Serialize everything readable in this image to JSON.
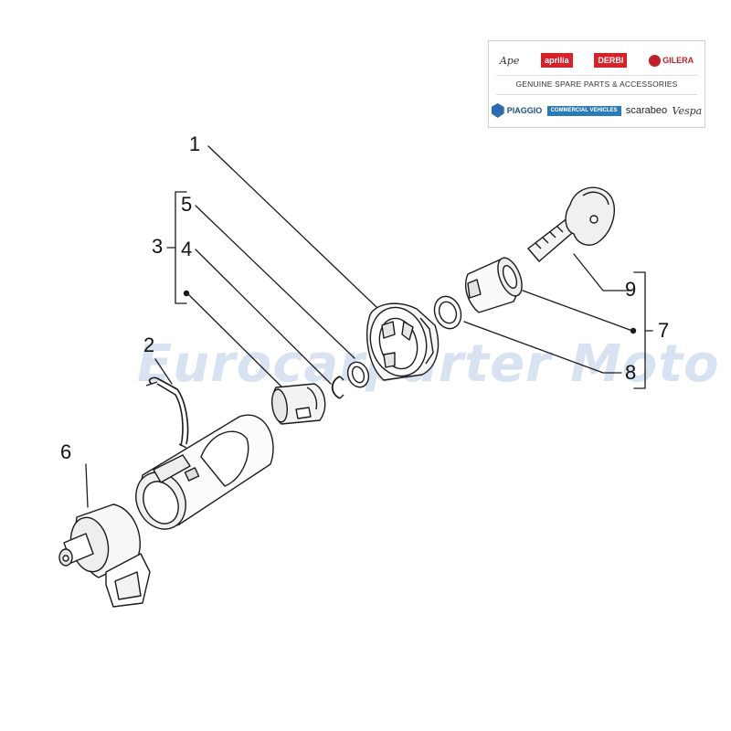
{
  "brands": {
    "ape": "Ape",
    "aprilia": "aprilia",
    "derbi": "DERBI",
    "gilera": "GILERA",
    "tagline": "GENUINE SPARE PARTS & ACCESSORIES",
    "piaggio": "PIAGGIO",
    "commercial": "COMMERCIAL VEHICLES",
    "scarabeo": "scarabeo",
    "vespa": "Vespa"
  },
  "watermark": "Eurocarparter Moto",
  "callouts": {
    "c1": "1",
    "c2": "2",
    "c3": "3",
    "c4": "4",
    "c5": "5",
    "c6": "6",
    "c7": "7",
    "c8": "8",
    "c9": "9"
  },
  "colors": {
    "line": "#1a1a1a",
    "shadow": "#bfbfbf",
    "watermark": "#8ea6d1",
    "brand_red": "#d8222a",
    "brand_blue": "#2b6bb0"
  }
}
